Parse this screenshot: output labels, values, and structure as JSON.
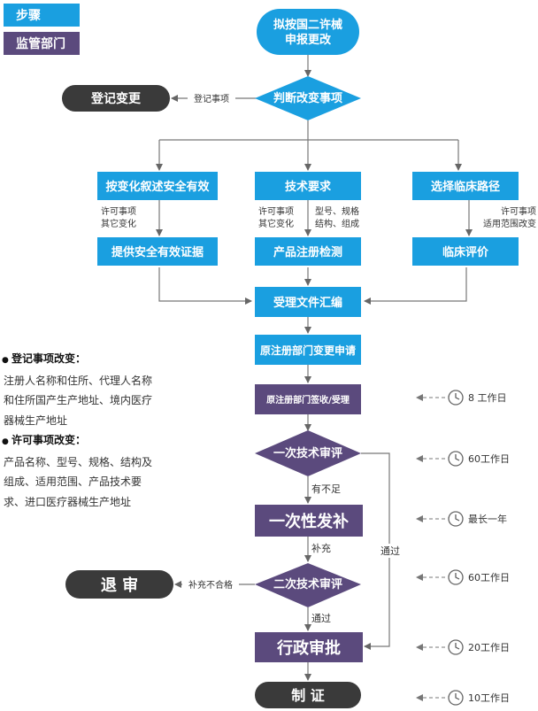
{
  "legend": {
    "steps": "步骤",
    "regulator": "监管部门",
    "steps_color": "#1a9fe0",
    "regulator_color": "#5b4a7d"
  },
  "nodes": {
    "start": "拟按国二许械\n申报更改",
    "judge": "判断改变事项",
    "reg_change": "登记变更",
    "desc_safety": "按变化叙述安全有效",
    "tech_req": "技术要求",
    "clinical_path": "选择临床路径",
    "safety_evidence": "提供安全有效证据",
    "product_test": "产品注册检测",
    "clinical_eval": "临床评价",
    "compile": "受理文件汇编",
    "apply": "原注册部门变更申请",
    "accept": "原注册部门签收/受理",
    "review1": "一次技术审评",
    "supplement": "一次性发补",
    "review2": "二次技术审评",
    "reject": "退 审",
    "admin": "行政审批",
    "cert": "制 证"
  },
  "edge_labels": {
    "reg_item": "登记事项",
    "left_lic": "许可事项\n其它变化",
    "mid_lic": "许可事项\n其它变化",
    "mid_model": "型号、规格\n结构、组成",
    "right_lic": "许可事项\n适用范围改变",
    "insufficient": "有不足",
    "supplement": "补充",
    "fail": "补充不合格",
    "pass1": "通过",
    "pass2": "通过"
  },
  "timeline": {
    "accept": "8 工作日",
    "review1": "60工作日",
    "supplement": "最长一年",
    "review2": "60工作日",
    "admin": "20工作日",
    "cert": "10工作日"
  },
  "notes": {
    "reg_title": "登记事项改变：",
    "reg_lines": [
      "注册人名称和住所、代理人名称",
      "和住所国产生产地址、境内医疗",
      "器械生产地址"
    ],
    "lic_title": "许可事项改变：",
    "lic_lines": [
      "产品名称、型号、规格、结构及",
      "组成、适用范围、产品技术要",
      "求、进口医疗器械生产地址"
    ]
  },
  "colors": {
    "blue": "#1a9fe0",
    "purple": "#5b4a7d",
    "dark": "#3a3a3a",
    "line": "#777777"
  }
}
